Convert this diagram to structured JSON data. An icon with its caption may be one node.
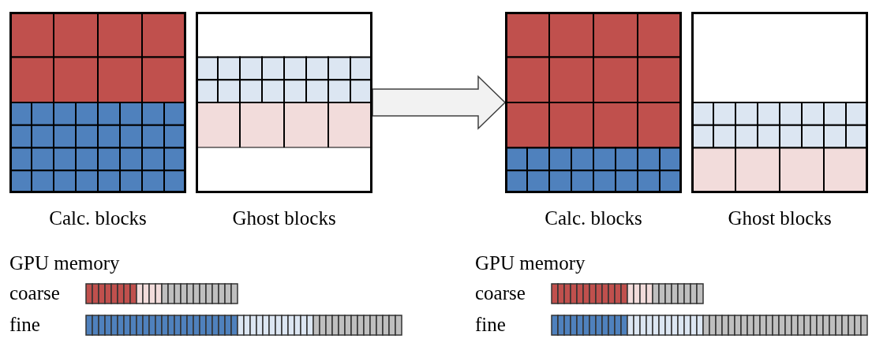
{
  "diagram": {
    "nodes": [
      {
        "text": [],
        "shape": "box",
        "beside": [
          "Calc. blocks"
        ]
      },
      {
        "text": [],
        "shape": "box",
        "beside": [
          "Ghost blocks"
        ]
      },
      {
        "text": [],
        "shape": "box",
        "beside": [
          "Calc. blocks"
        ]
      },
      {
        "text": [],
        "shape": "box",
        "beside": [
          "Ghost blocks"
        ]
      }
    ],
    "edges": [
      {
        "from": 1,
        "to": 2,
        "arrow": "to"
      }
    ],
    "labels": [
      "GPU memory",
      "coarse",
      "fine",
      "GPU memory",
      "coarse",
      "fine"
    ]
  }
}
